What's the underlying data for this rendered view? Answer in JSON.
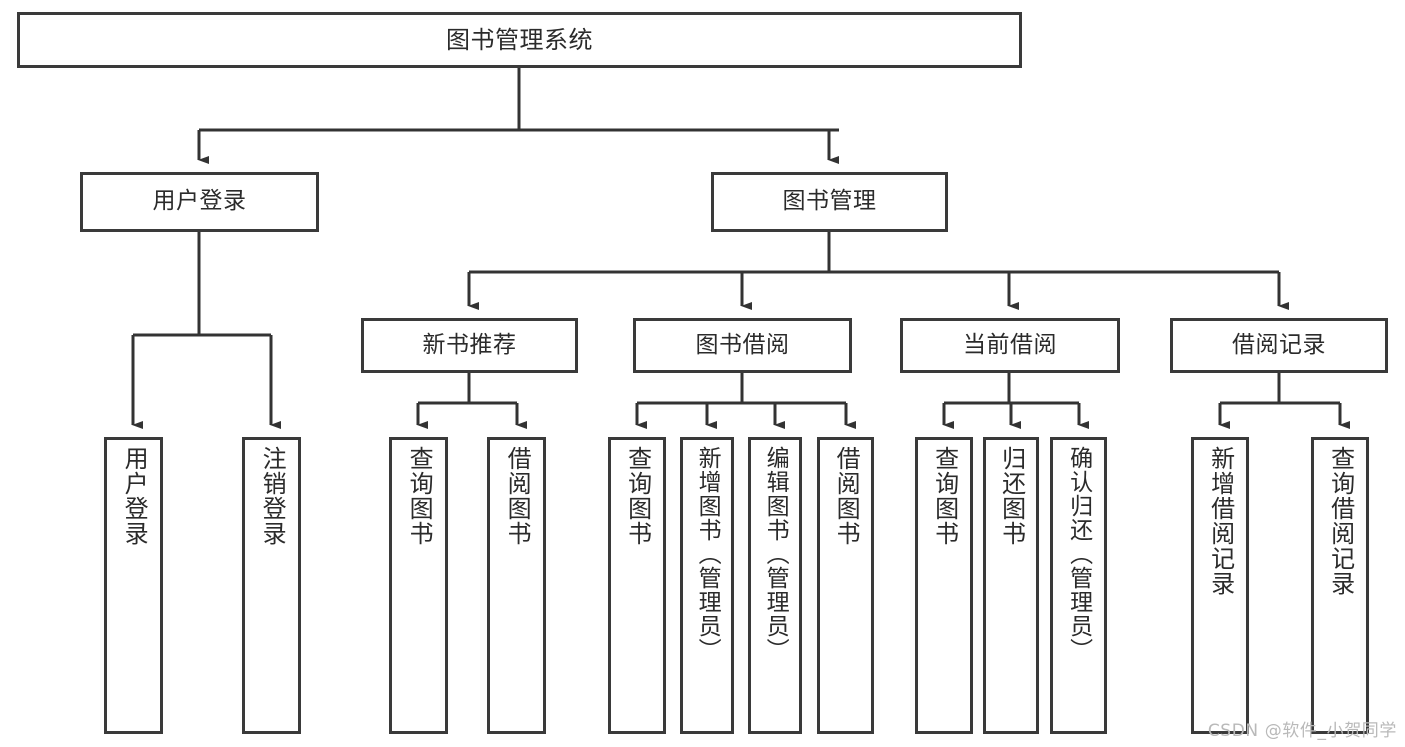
{
  "diagram": {
    "title": "图书管理系统",
    "type": "tree-hierarchy",
    "root": {
      "label": "图书管理系统"
    },
    "level2": [
      {
        "label": "用户登录"
      },
      {
        "label": "图书管理"
      }
    ],
    "level3": [
      {
        "label": "新书推荐"
      },
      {
        "label": "图书借阅"
      },
      {
        "label": "当前借阅"
      },
      {
        "label": "借阅记录"
      }
    ],
    "leaves": {
      "user_login": [
        {
          "label": "用户登录"
        },
        {
          "label": "注销登录"
        }
      ],
      "new_book_recommend": [
        {
          "label": "查询图书"
        },
        {
          "label": "借阅图书"
        }
      ],
      "book_borrow": [
        {
          "label": "查询图书"
        },
        {
          "label": "新增图书（管理员）"
        },
        {
          "label": "编辑图书（管理员）"
        },
        {
          "label": "借阅图书"
        }
      ],
      "current_borrow": [
        {
          "label": "查询图书"
        },
        {
          "label": "归还图书"
        },
        {
          "label": "确认归还（管理员）"
        }
      ],
      "borrow_record": [
        {
          "label": "新增借阅记录"
        },
        {
          "label": "查询借阅记录"
        }
      ]
    }
  },
  "watermark": {
    "text": "CSDN @软件_小贺同学"
  },
  "colors": {
    "background": "#ffffff",
    "border": "#3a3a3a",
    "text": "#2b2b2b",
    "connector": "#333333",
    "watermark": "#b9b9b9"
  }
}
